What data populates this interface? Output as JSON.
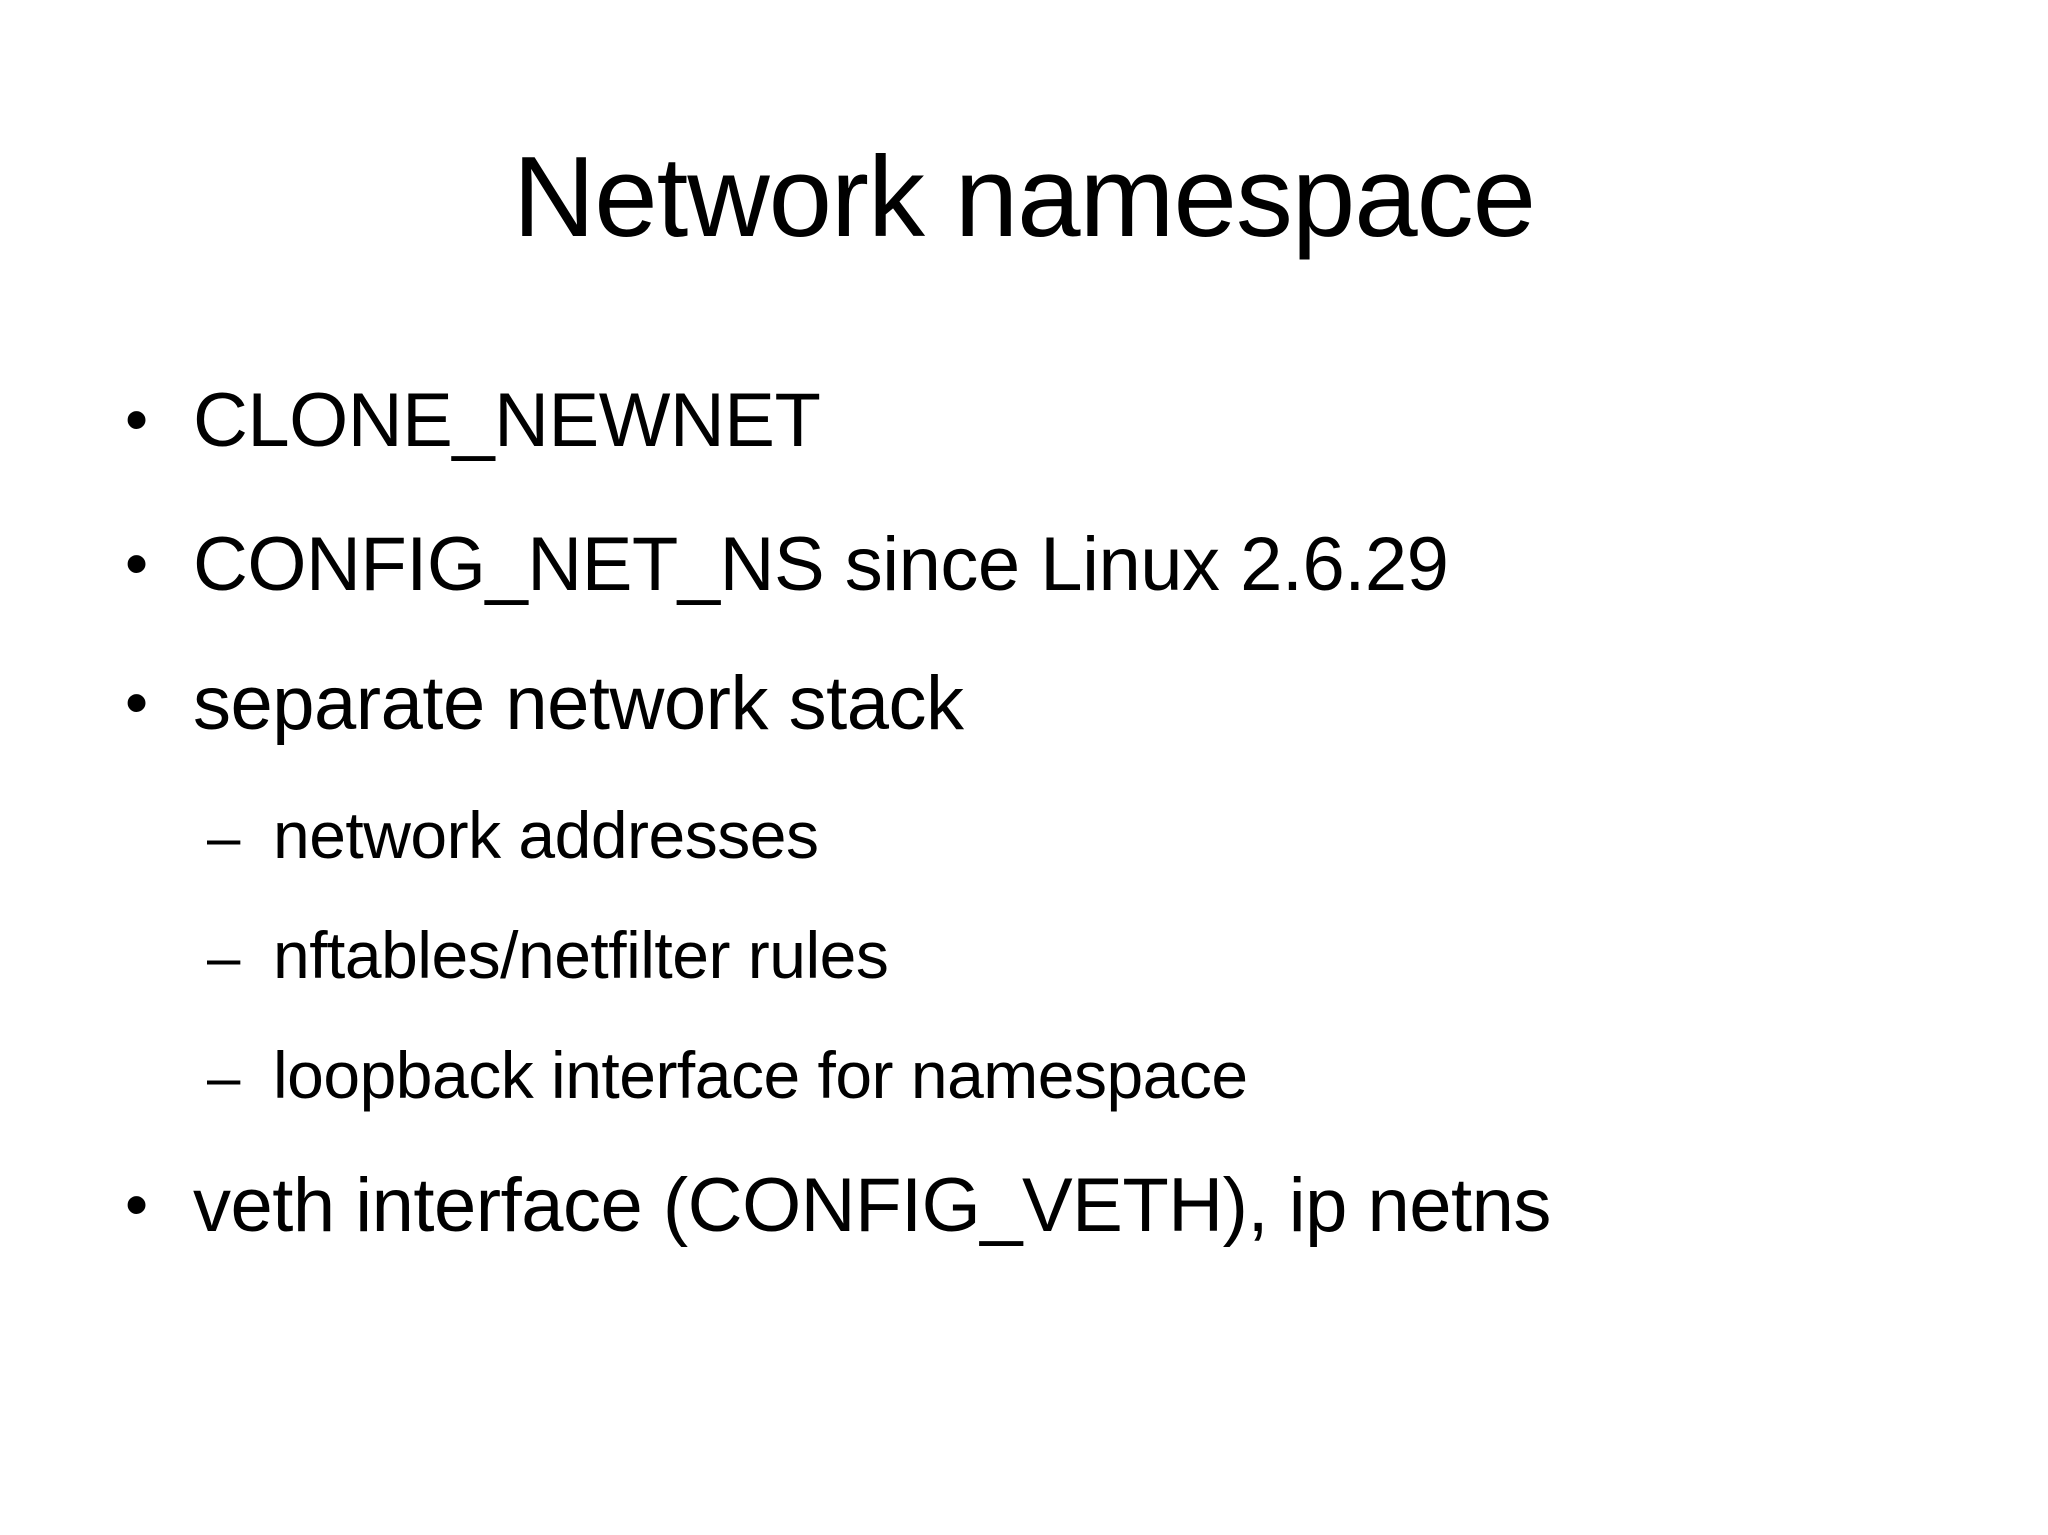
{
  "slide": {
    "title": "Network namespace",
    "markers": {
      "level1": "•",
      "level2": "–"
    },
    "bullets": [
      {
        "level": 1,
        "text": "CLONE_NEWNET"
      },
      {
        "level": 1,
        "text": "CONFIG_NET_NS since Linux 2.6.29"
      },
      {
        "level": 1,
        "text": "separate network stack"
      },
      {
        "level": 2,
        "text": "network addresses"
      },
      {
        "level": 2,
        "text": "nftables/netfilter rules"
      },
      {
        "level": 2,
        "text": "loopback interface for namespace"
      },
      {
        "level": 1,
        "text": "veth interface (CONFIG_VETH), ip netns"
      }
    ],
    "colors": {
      "background": "#ffffff",
      "text": "#000000"
    }
  }
}
